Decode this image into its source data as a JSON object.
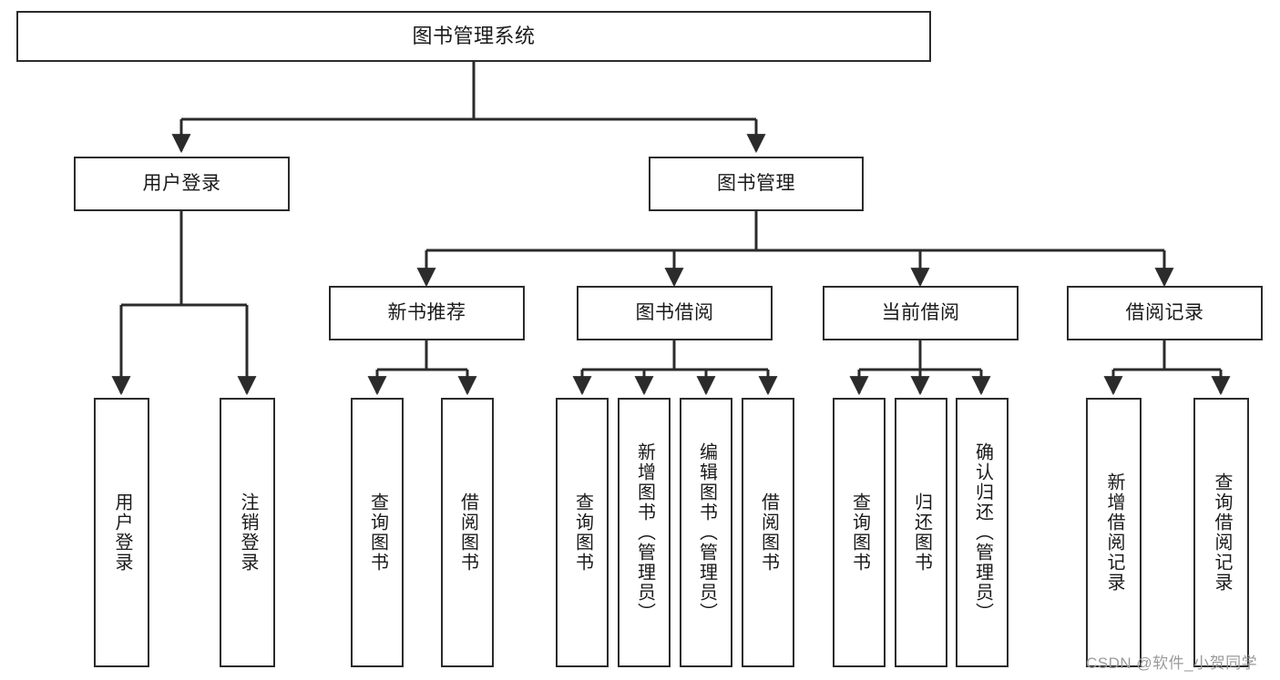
{
  "diagram": {
    "type": "tree-hierarchy-flowchart",
    "title": "图书管理系统",
    "nodes": {
      "root": {
        "label": "图书管理系统"
      },
      "level1": [
        {
          "id": "user-login",
          "label": "用户登录"
        },
        {
          "id": "book-management",
          "label": "图书管理"
        }
      ],
      "level2": [
        {
          "id": "new-book-recommend",
          "label": "新书推荐",
          "parent": "book-management"
        },
        {
          "id": "book-borrow",
          "label": "图书借阅",
          "parent": "book-management"
        },
        {
          "id": "current-borrow",
          "label": "当前借阅",
          "parent": "book-management"
        },
        {
          "id": "borrow-record",
          "label": "借阅记录",
          "parent": "book-management"
        }
      ],
      "leaves": [
        {
          "id": "leaf-user-login",
          "label": "用户登录",
          "parent": "user-login"
        },
        {
          "id": "leaf-logout-login",
          "label": "注销登录",
          "parent": "user-login"
        },
        {
          "id": "leaf-query-book-1",
          "label": "查询图书",
          "parent": "new-book-recommend"
        },
        {
          "id": "leaf-borrow-book-1",
          "label": "借阅图书",
          "parent": "new-book-recommend"
        },
        {
          "id": "leaf-query-book-2",
          "label": "查询图书",
          "parent": "book-borrow"
        },
        {
          "id": "leaf-add-book",
          "label": "新增图书（管理员）",
          "parent": "book-borrow"
        },
        {
          "id": "leaf-edit-book",
          "label": "编辑图书（管理员）",
          "parent": "book-borrow"
        },
        {
          "id": "leaf-borrow-book-2",
          "label": "借阅图书",
          "parent": "book-borrow"
        },
        {
          "id": "leaf-query-book-3",
          "label": "查询图书",
          "parent": "current-borrow"
        },
        {
          "id": "leaf-return-book",
          "label": "归还图书",
          "parent": "current-borrow"
        },
        {
          "id": "leaf-confirm-return",
          "label": "确认归还（管理员）",
          "parent": "current-borrow"
        },
        {
          "id": "leaf-add-record",
          "label": "新增借阅记录",
          "parent": "borrow-record"
        },
        {
          "id": "leaf-query-record",
          "label": "查询借阅记录",
          "parent": "borrow-record"
        }
      ]
    },
    "watermark": "CSDN @软件_小贺同学",
    "colors": {
      "stroke": "#2b2b2b",
      "fill": "#ffffff",
      "text": "#1a1a1a",
      "watermark": "#9a9a9a"
    }
  }
}
